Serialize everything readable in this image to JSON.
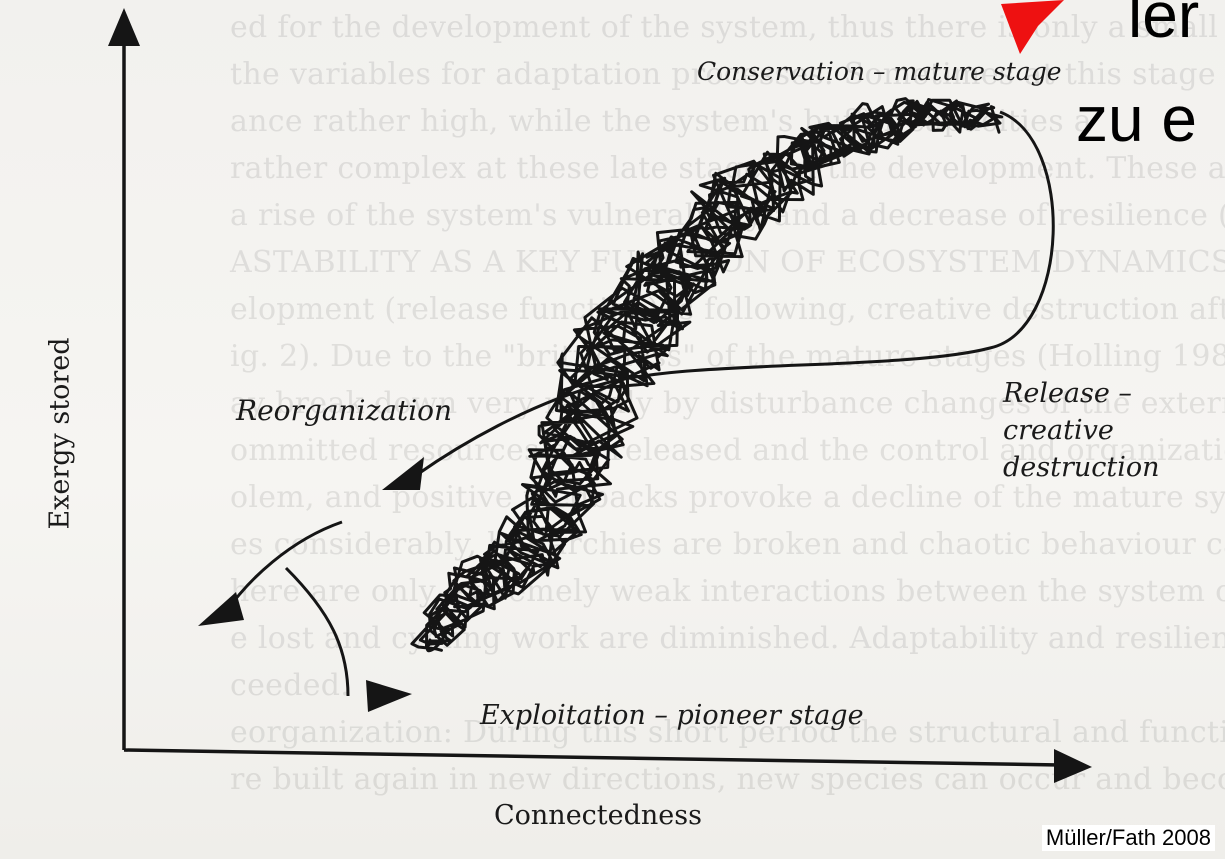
{
  "labels": {
    "conservation": "Conservation – mature stage",
    "reorganization": "Reorganization",
    "release_line1": "Release –",
    "release_line2": "creative",
    "release_line3": "destruction",
    "exploitation": "Exploitation – pioneer stage"
  },
  "axes": {
    "y_label": "Exergy stored",
    "x_label": "Connectedness"
  },
  "overlay_text": {
    "line1": "ler",
    "line2": "zu e"
  },
  "credit": "Müller/Fath 2008",
  "colors": {
    "arrow_red": "#ee1111",
    "ink": "#151515"
  }
}
